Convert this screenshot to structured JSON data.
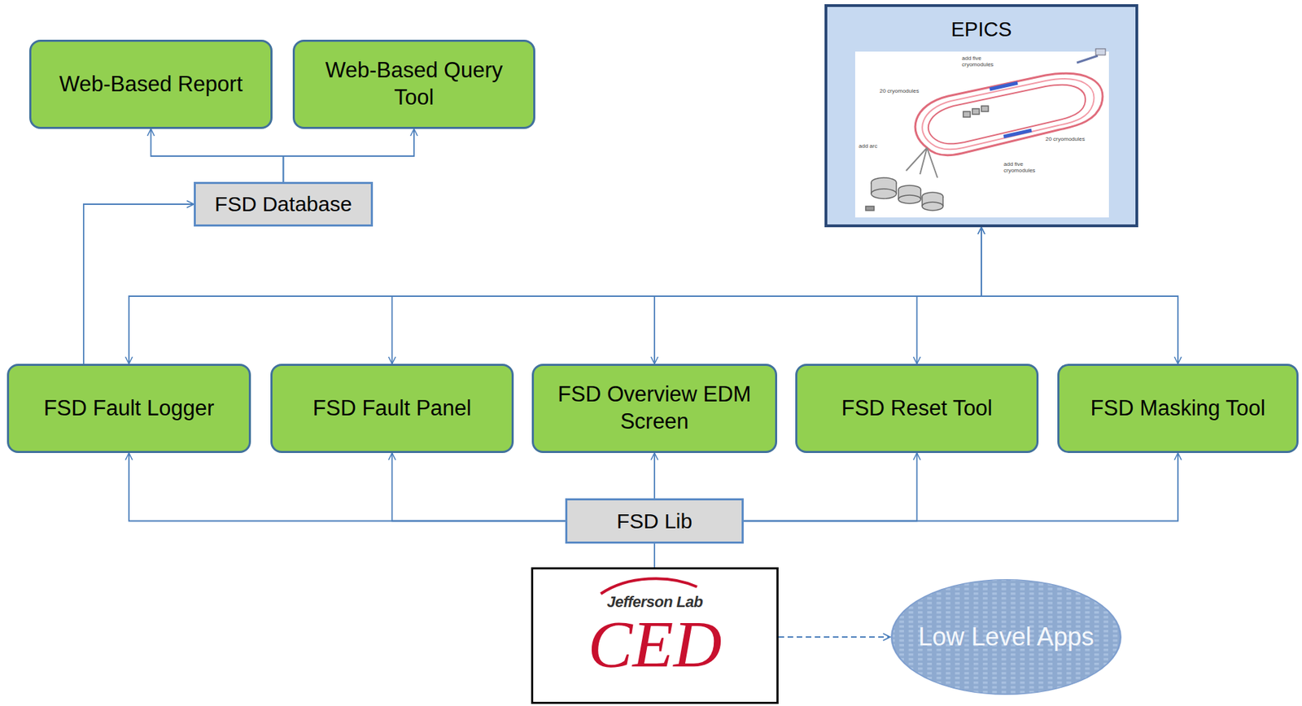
{
  "diagram": {
    "nodes": [
      {
        "text": [
          "Web-Based Report"
        ]
      },
      {
        "text": [
          "Web-Based Query Tool"
        ]
      },
      {
        "text": [
          "EPICS"
        ]
      },
      {
        "text": [
          "FSD Database"
        ]
      },
      {
        "text": [
          "FSD Fault Logger"
        ]
      },
      {
        "text": [
          "FSD Fault Panel"
        ]
      },
      {
        "text": [
          "FSD Overview EDM Screen"
        ]
      },
      {
        "text": [
          "FSD Reset Tool"
        ]
      },
      {
        "text": [
          "FSD Masking Tool"
        ]
      },
      {
        "text": [
          "FSD Lib"
        ]
      },
      {
        "text": [
          "Jefferson Lab",
          "CED"
        ]
      },
      {
        "text": [
          "Low Level Apps"
        ]
      }
    ],
    "edges": [
      {
        "from": 3,
        "to": 0,
        "arrow": "to"
      },
      {
        "from": 3,
        "to": 1,
        "arrow": "to"
      },
      {
        "from": 4,
        "to": 3,
        "arrow": "to"
      },
      {
        "from": 2,
        "to": 4,
        "arrow": "to"
      },
      {
        "from": 2,
        "to": 5,
        "arrow": "to"
      },
      {
        "from": 2,
        "to": 6,
        "arrow": "to"
      },
      {
        "from": 2,
        "to": 7,
        "arrow": "both"
      },
      {
        "from": 2,
        "to": 8,
        "arrow": "both"
      },
      {
        "from": 9,
        "to": 4,
        "arrow": "to"
      },
      {
        "from": 9,
        "to": 5,
        "arrow": "to"
      },
      {
        "from": 9,
        "to": 6,
        "arrow": "to"
      },
      {
        "from": 9,
        "to": 7,
        "arrow": "to"
      },
      {
        "from": 9,
        "to": 8,
        "arrow": "to"
      },
      {
        "from": 10,
        "to": 9,
        "arrow": "none"
      },
      {
        "from": 10,
        "to": 11,
        "arrow": "to"
      }
    ],
    "labels": [
      "20 cryomodules",
      "add five cryomodules",
      "20 cryomodules",
      "add five cryomodules",
      "add arc"
    ]
  }
}
